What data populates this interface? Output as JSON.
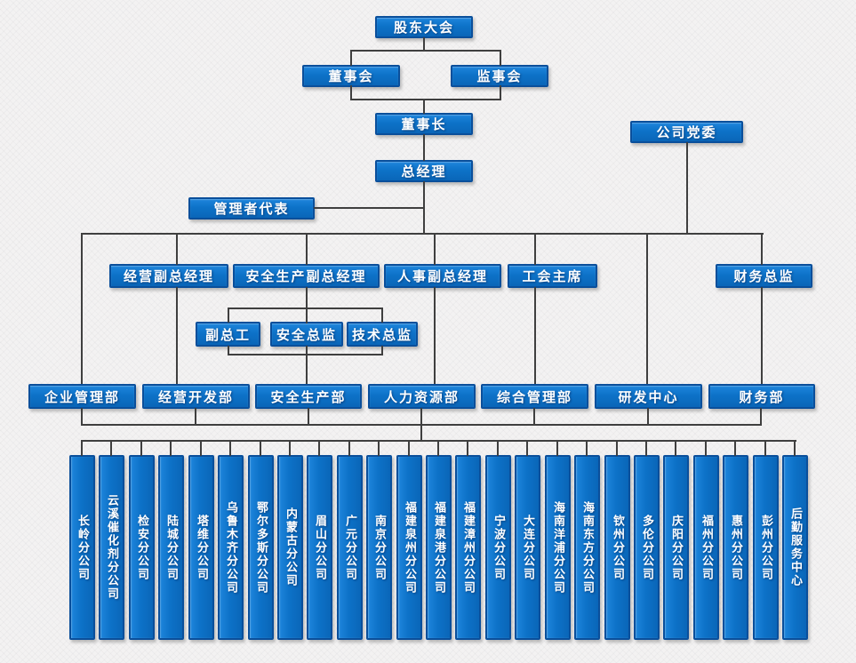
{
  "org": {
    "top": {
      "shareholders": "股东大会",
      "board": "董事会",
      "supervisory": "监事会",
      "chairman": "董事长",
      "party": "公司党委",
      "gm": "总经理",
      "rep": "管理者代表"
    },
    "vps": [
      "经营副总经理",
      "安全生产副总经理",
      "人事副总经理",
      "工会主席",
      "财务总监"
    ],
    "chiefs": [
      "副总工",
      "安全总监",
      "技术总监"
    ],
    "departments": [
      "企业管理部",
      "经营开发部",
      "安全生产部",
      "人力资源部",
      "综合管理部",
      "研发中心",
      "财务部"
    ],
    "branches": [
      "长岭分公司",
      "云溪催化剂分公司",
      "检安分公司",
      "陆城分公司",
      "塔维分公司",
      "乌鲁木齐分公司",
      "鄂尔多斯分公司",
      "内蒙古分公司",
      "眉山分公司",
      "广元分公司",
      "南京分公司",
      "福建泉州分公司",
      "福建泉港分公司",
      "福建漳州分公司",
      "宁波分公司",
      "大连分公司",
      "海南洋浦分公司",
      "海南东方分公司",
      "钦州分公司",
      "多伦分公司",
      "庆阳分公司",
      "福州分公司",
      "惠州分公司",
      "彭州分公司",
      "后勤服务中心"
    ]
  },
  "colors": {
    "node_fill": "#0d72c8",
    "node_fill_light": "#1e85dc",
    "node_fill_dark": "#0a66b8",
    "node_border": "#0a4f9b",
    "node_text": "#ffffff",
    "connector_line": "#3f3f3f",
    "background": "#f3f2f2"
  }
}
